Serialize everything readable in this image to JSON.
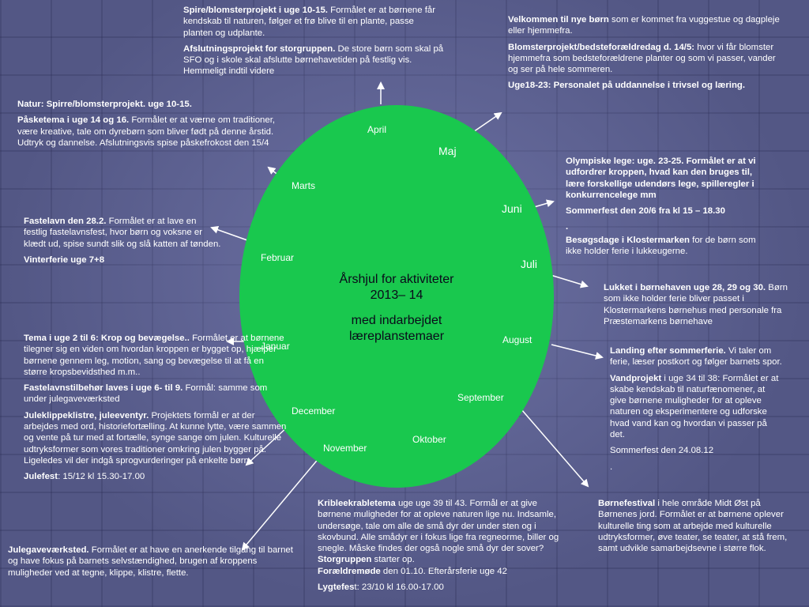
{
  "center": {
    "title_line1": "Årshjul for aktiviteter",
    "title_line2": "2013– 14",
    "subtitle_line1": "med indarbejdet",
    "subtitle_line2": "læreplanstemaer"
  },
  "months": {
    "april": "April",
    "maj": "Maj",
    "marts": "Marts",
    "juni": "Juni",
    "februar": "Februar",
    "juli": "Juli",
    "januar": "Januar",
    "august": "August",
    "september": "September",
    "december": "December",
    "oktober": "Oktober",
    "november": "November"
  },
  "blocks": {
    "spire": {
      "p1_bold": "Spire/blomsterprojekt i uge 10-15.",
      "p1_text": " Formålet er at børnene får kendskab til naturen, følger et frø blive til en plante, passe planten og udplante.",
      "p2_bold": "Afslutningsprojekt for storgruppen.",
      "p2_text": " De store børn som skal på SFO og i skole skal afslutte børnehavetiden på festlig vis. Hemmeligt indtil videre"
    },
    "velkommen": {
      "p1_bold": "Velkommen til nye børn",
      "p1_text": " som er kommet fra vuggestue og dagpleje eller hjemmefra.",
      "p2_bold": "Blomsterprojekt/bedsteforældredag d. 14/5:",
      "p2_text": " hvor vi får blomster hjemmefra som bedsteforældrene planter og som  vi passer, vander og ser på hele sommeren.",
      "p3_bold": "Uge18-23: Personalet på uddannelse i trivsel og læring."
    },
    "natur": {
      "p1_bold": "Natur: Spirre/blomsterprojekt. uge 10-15.",
      "p2_bold": "Påsketema i uge 14 og 16.",
      "p2_text": " Formålet er at værne om traditioner, være kreative, tale om dyrebørn som bliver født på denne årstid. Udtryk og dannelse. Afslutningsvis spise påskefrokost den 15/4"
    },
    "olympiske": {
      "p1_bold": "Olympiske lege: uge. 23-25. Formålet er at vi udfordrer kroppen, hvad kan den bruges til, lære forskellige udendørs lege, spilleregler i  konkurrencelege mm",
      "p2_bold": "Sommerfest den 20/6 fra kl 15 – 18.30",
      "p3_bold": ".",
      "p4_bold": "Besøgsdage i Klostermarken",
      "p4_text": " for de børn som ikke holder ferie i lukkeugerne."
    },
    "fastelavn": {
      "p1_bold": "Fastelavn den 28.2.",
      "p1_text": " Formålet er at lave en festlig fastelavnsfest, hvor børn og voksne er klædt ud, spise sundt slik og slå katten af tønden.",
      "p2_bold": "Vinterferie uge 7+8"
    },
    "lukket": {
      "p1_bold": "Lukket i børnehaven uge 28, 29 og 30.",
      "p1_text": " Børn som ikke holder ferie bliver passet i Klostermarkens børnehus med personale fra Præstemarkens børnehave"
    },
    "tema": {
      "p1_bold": "Tema i uge 2 til 6: Krop og bevægelse..",
      "p1_text": " Formålet er at børnene tilegner sig en viden om hvordan kroppen er bygget op, hjælper børnene  gennem leg, motion, sang og bevægelse  til at få en større kropsbevidsthed m.m..",
      "p2_bold": "Fastelavnstilbehør laves i uge 6- til 9.",
      "p2_text": " Formål: samme som under julegaveværksted",
      "p3_bold": "Juleklippeklistre, juleeventyr.",
      "p3_text": " Projektets formål er at der arbejdes med ord, historiefortælling. At kunne lytte, være sammen og vente på tur med at fortælle, synge sange om julen. Kulturelle udtryksformer som vores traditioner omkring julen bygger på. Ligeledes vil der indgå sprogvurderinger på enkelte børn.",
      "p4_bold": "Julefest",
      "p4_text": ": 15/12   kl 15.30-17.00"
    },
    "julegave": {
      "p1_bold": "Julegaveværksted.",
      "p1_text": " Formålet er at have en anerkende tilgang til barnet og have fokus på  barnets selvstændighed, brugen af kroppens muligheder ved at tegne, klippe, klistre, flette."
    },
    "landing": {
      "p1_bold": "Landing efter sommerferie.",
      "p1_text": " Vi taler om ferie, læser postkort og følger barnets spor.",
      "p2_bold": "Vandprojekt",
      "p2_text": " i uge 34 til 38: Formålet er at skabe kendskab til naturfænomener, at give børnene muligheder for at opleve naturen og eksperimentere og udforske hvad vand kan og hvordan vi passer på det.",
      "p3_text": "Sommerfest den 24.08.12",
      "p4_text": "."
    },
    "krible": {
      "p1_bold": "Kribleekrabletema",
      "p1_text": " uge uge 39 til 43. Formål er at give børnene muligheder for at opleve naturen lige nu. Indsamle, undersøge, tale om alle de små dyr der under sten og i skovbund. Alle smådyr er i fokus lige fra regneorme, biller og snegle. Måske findes der også nogle små dyr der sover?",
      "p1_bold2": "Storgruppen",
      "p1_text2": " starter op.",
      "p2_bold": "Forældremøde",
      "p2_text": " den 01.10. Efterårsferie uge 42",
      "p3_bold": "Lygtefes",
      "p3_text": "t: 23/10 kl 16.00-17.00"
    },
    "borne": {
      "p1_bold": "Børnefestival",
      "p1_text": " i hele område Midt Øst på Børnenes jord. Formålet er at børnene oplever kulturelle ting som at arbejde med kulturelle udtryksformer, øve teater, se teater, at stå frem, samt udvikle samarbejdsevne i større flok."
    }
  },
  "colors": {
    "background": "#535785",
    "wheel": "#19c84e",
    "arrow": "#ffffff",
    "center_text": "#0a0a1a"
  }
}
